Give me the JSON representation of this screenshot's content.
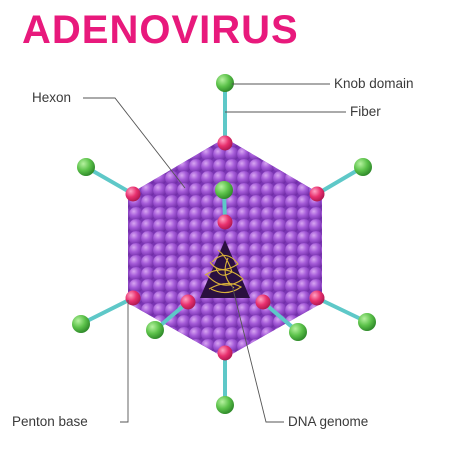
{
  "title": "ADENOVIRUS",
  "labels": {
    "knob_domain": "Knob domain",
    "fiber": "Fiber",
    "hexon": "Hexon",
    "penton_base": "Penton base",
    "dna_genome": "DNA genome"
  },
  "colors": {
    "title": "#e8197c",
    "capsid": "#9b4fcf",
    "penton": "#e8306e",
    "fiber": "#5ec8c8",
    "knob": "#5cc24a",
    "genome_bg": "#2a1040",
    "genome_strand": "#d9b13a",
    "leader_line": "#555555"
  }
}
